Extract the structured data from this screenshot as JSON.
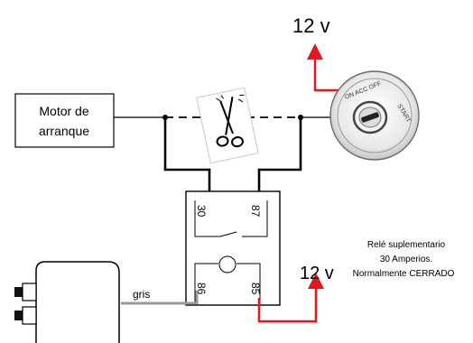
{
  "labels": {
    "voltage_top": "12 v",
    "motor_line1": "Motor de",
    "motor_line2": "arranque",
    "pin_30": "30",
    "pin_87": "87",
    "pin_86": "86",
    "pin_85": "85",
    "voltage_bottom": "12 v",
    "relay_note_line1": "Relé suplementario",
    "relay_note_line2": "30 Amperios.",
    "relay_note_line3": "Normalmente CERRADO",
    "wire_color": "gris",
    "key_text_top": "ON ACC OFF",
    "key_text_right": "START"
  },
  "colors": {
    "wire": "#000000",
    "power_wire": "#e8141e",
    "ground_wire": "#9a9a9a"
  }
}
